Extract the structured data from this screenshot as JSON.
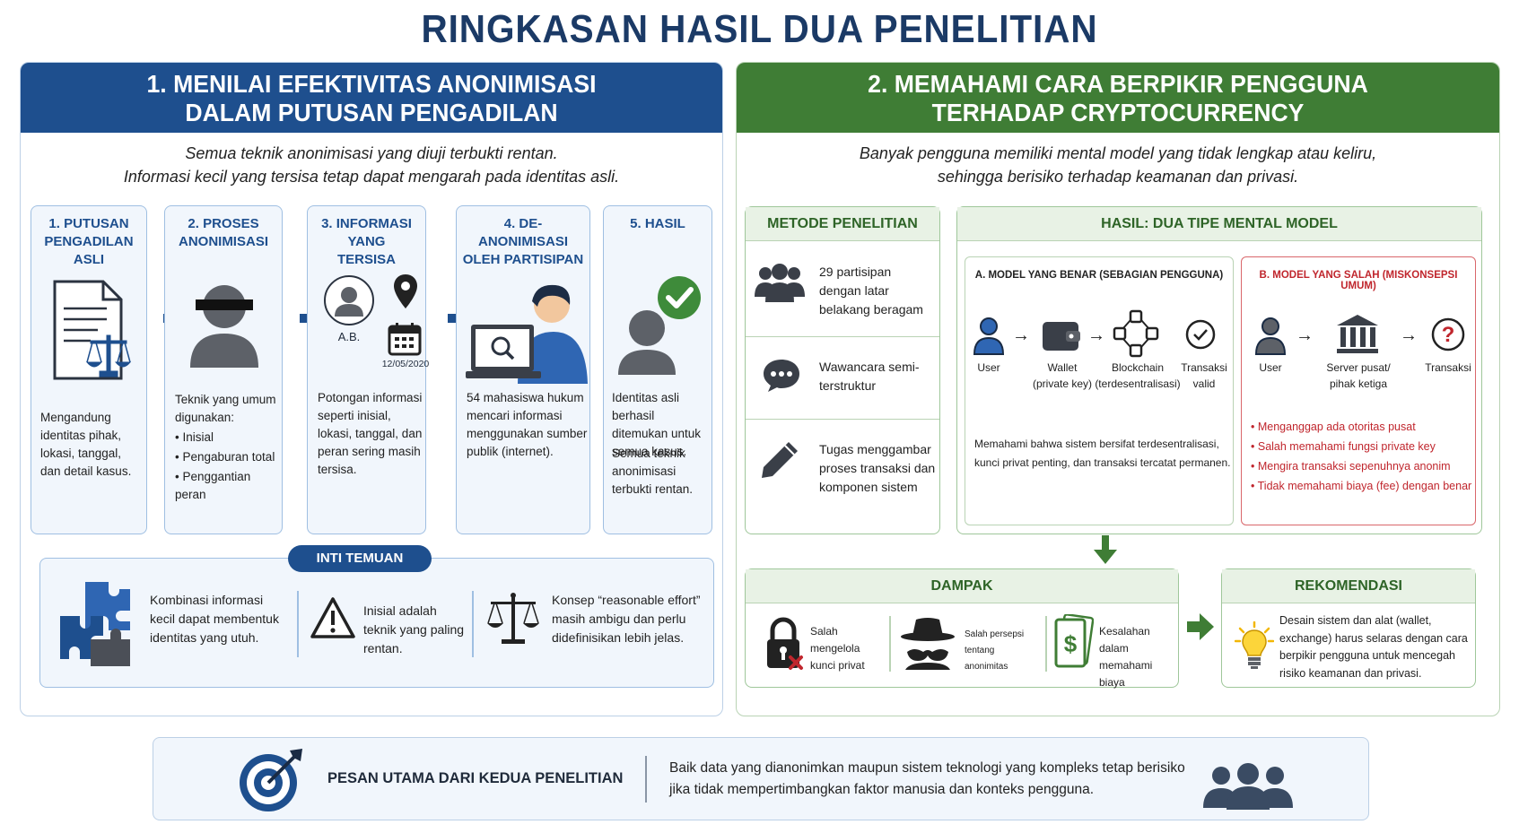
{
  "title": "RINGKASAN HASIL DUA PENELITIAN",
  "colors": {
    "blue": "#1e4f8e",
    "green": "#3f7d35",
    "red": "#c0262d"
  },
  "left": {
    "title_l1": "1. MENILAI EFEKTIVITAS ANONIMISASI",
    "title_l2": "DALAM PUTUSAN PENGADILAN",
    "subtitle_l1": "Semua teknik anonimisasi yang diuji terbukti rentan.",
    "subtitle_l2": "Informasi kecil yang tersisa tetap dapat mengarah pada identitas asli.",
    "steps": [
      {
        "title": "1. PUTUSAN PENGADILAN ASLI",
        "icon": "document-scale-icon",
        "desc": "Mengandung identitas pihak, lokasi, tanggal, dan detail kasus."
      },
      {
        "title": "2. PROSES ANONIMISASI",
        "icon": "masked-person-icon",
        "desc": "Teknik yang umum digunakan:",
        "bullets": [
          "Inisial",
          "Pengaburan total",
          "Penggantian peran"
        ]
      },
      {
        "title": "3. INFORMASI YANG TERSISA",
        "icon": "avatar-pin-calendar-icon",
        "initials": "A.B.",
        "date": "12/05/2020",
        "desc": "Potongan informasi seperti inisial, lokasi, tanggal, dan peran sering masih tersisa."
      },
      {
        "title": "4. DE-ANONIMISASI OLEH PARTISIPAN",
        "icon": "person-laptop-search-icon",
        "desc": "54 mahasiswa hukum mencari informasi menggunakan sumber publik (internet)."
      },
      {
        "title": "5. HASIL",
        "icon": "person-check-icon",
        "desc": "Identitas asli berhasil ditemukan untuk semua kasus.",
        "desc2": "Semua teknik anonimisasi terbukti rentan."
      }
    ],
    "findings_label": "INTI TEMUAN",
    "findings": [
      {
        "icon": "puzzle-icon",
        "text": "Kombinasi informasi kecil dapat membentuk identitas yang utuh."
      },
      {
        "icon": "warning-icon",
        "text": "Inisial adalah teknik yang paling rentan."
      },
      {
        "icon": "scale-icon",
        "text": "Konsep “reasonable effort” masih ambigu dan perlu didefinisikan lebih jelas."
      }
    ]
  },
  "right": {
    "title_l1": "2. MEMAHAMI CARA BERPIKIR PENGGUNA",
    "title_l2": "TERHADAP CRYPTOCURRENCY",
    "subtitle_l1": "Banyak pengguna memiliki mental model yang tidak lengkap atau keliru,",
    "subtitle_l2": "sehingga berisiko terhadap keamanan dan privasi.",
    "method_title": "METODE PENELITIAN",
    "methods": [
      {
        "icon": "group-icon",
        "text": "29 partisipan dengan latar belakang beragam"
      },
      {
        "icon": "chat-icon",
        "text": "Wawancara semi-terstruktur"
      },
      {
        "icon": "pencil-icon",
        "text": "Tugas menggambar proses transaksi dan komponen sistem"
      }
    ],
    "results_title": "HASIL: DUA TIPE MENTAL MODEL",
    "model_a": {
      "title": "A. MODEL YANG BENAR (SEBAGIAN PENGGUNA)",
      "nodes": [
        {
          "icon": "user-icon",
          "l1": "User",
          "l2": ""
        },
        {
          "icon": "wallet-icon",
          "l1": "Wallet",
          "l2": "(private key)"
        },
        {
          "icon": "blockchain-icon",
          "l1": "Blockchain",
          "l2": "(terdesentralisasi)"
        },
        {
          "icon": "check-circle-icon",
          "l1": "Transaksi",
          "l2": "valid"
        }
      ],
      "desc": "Memahami bahwa sistem bersifat terdesentralisasi, kunci privat penting, dan transaksi tercatat permanen."
    },
    "model_b": {
      "title": "B. MODEL YANG SALAH (MISKONSEPSI UMUM)",
      "nodes": [
        {
          "icon": "user-icon",
          "l1": "User",
          "l2": ""
        },
        {
          "icon": "bank-icon",
          "l1": "Server pusat/",
          "l2": "pihak ketiga"
        },
        {
          "icon": "question-icon",
          "l1": "Transaksi",
          "l2": ""
        }
      ],
      "bullets": [
        "Menganggap ada otoritas pusat",
        "Salah memahami fungsi private key",
        "Mengira transaksi sepenuhnya anonim",
        "Tidak memahami biaya (fee) dengan benar"
      ]
    },
    "impact_title": "DAMPAK",
    "impacts": [
      {
        "icon": "lock-x-icon",
        "text": "Salah mengelola kunci privat"
      },
      {
        "icon": "spy-icon",
        "text": "Salah persepsi tentang anonimitas"
      },
      {
        "icon": "money-icon",
        "text": "Kesalahan dalam memahami biaya"
      }
    ],
    "rec_title": "REKOMENDASI",
    "rec_icon": "lightbulb-icon",
    "rec_text": "Desain sistem dan alat (wallet, exchange) harus selaras dengan cara berpikir pengguna untuk mencegah risiko keamanan dan privasi."
  },
  "footer": {
    "icon": "target-icon",
    "label": "PESAN UTAMA DARI KEDUA PENELITIAN",
    "text_l1": "Baik data yang dianonimkan maupun sistem teknologi yang kompleks tetap berisiko",
    "text_l2": "jika tidak mempertimbangkan faktor manusia dan konteks pengguna.",
    "icon2": "people-icon"
  }
}
